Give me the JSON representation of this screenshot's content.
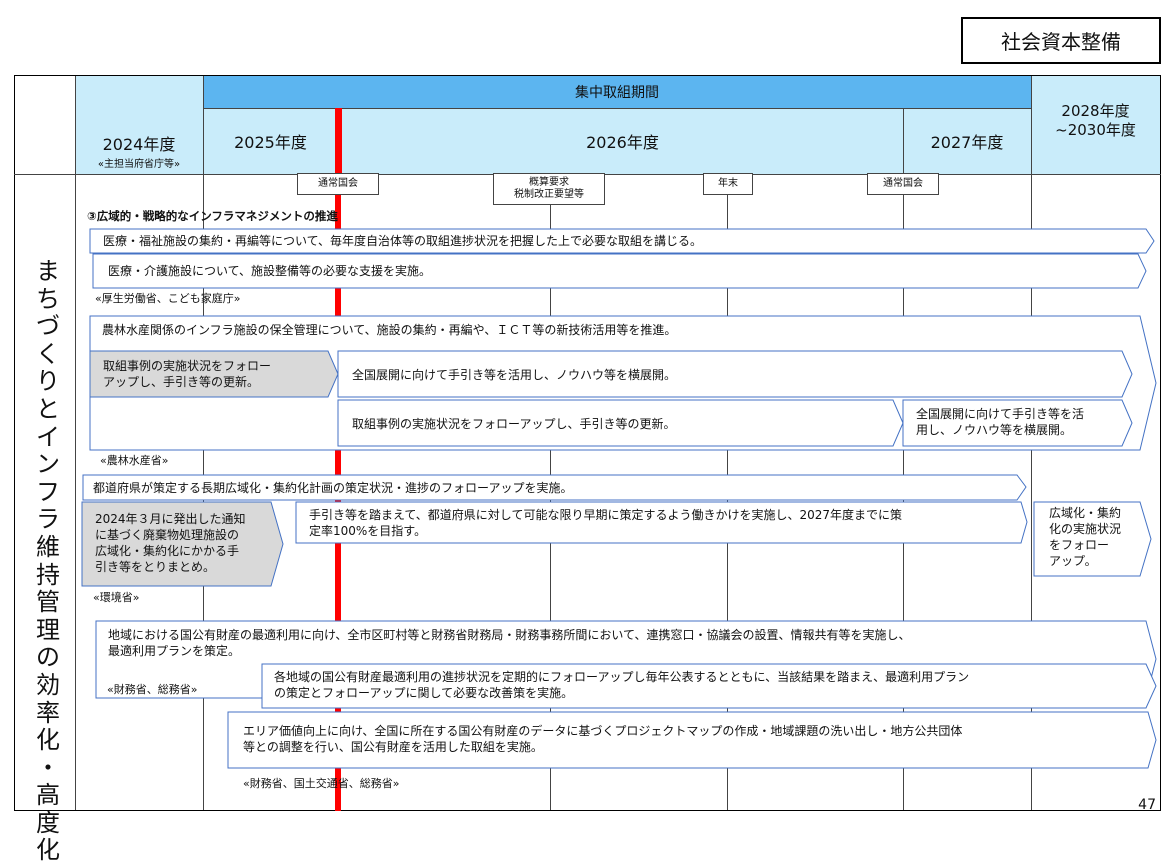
{
  "tag": "社会資本整備",
  "header": {
    "period_label": "集中取組期間",
    "fy2024": "2024年度",
    "fy2024_sub": "«主担当府省庁等»",
    "fy2025": "2025年度",
    "fy2026": "2026年度",
    "fy2027": "2027年度",
    "fy2028_line1": "2028年度",
    "fy2028_line2": "~2030年度"
  },
  "milestones": {
    "diet1": "通常国会",
    "budget_line1": "概算要求",
    "budget_line2": "税制改正要望等",
    "year_end": "年末",
    "diet2": "通常国会"
  },
  "side_label": [
    "ま",
    "ち",
    "づ",
    "く",
    "り",
    "と",
    "イ",
    "ン",
    "フ",
    "ラ",
    "維",
    "持",
    "管",
    "理",
    "の",
    "効",
    "率",
    "化",
    "・",
    "高",
    "度",
    "化"
  ],
  "section_title": "③広域的・戦略的なインフラマネジメントの推進",
  "items": {
    "mhlw1": "医療・福祉施設の集約・再編等について、毎年度自治体等の取組進捗状況を把握した上で必要な取組を講じる。",
    "mhlw2": "医療・介護施設について、施設整備等の必要な支援を実施。",
    "mhlw_agency": "«厚生労働省、こども家庭庁»",
    "maff1": "農林水産関係のインフラ施設の保全管理について、施設の集約・再編や、ＩＣＴ等の新技術活用等を推進。",
    "maff_follow_line1": "取組事例の実施状況をフォロー",
    "maff_follow_line2": "アップし、手引き等の更新。",
    "maff_deploy": "全国展開に向けて手引き等を活用し、ノウハウ等を横展開。",
    "maff_follow2": "取組事例の実施状況をフォローアップし、手引き等の更新。",
    "maff_deploy2_line1": "全国展開に向けて手引き等を活",
    "maff_deploy2_line2": "用し、ノウハウ等を横展開。",
    "maff_agency": "«農林水産省»",
    "env1": "都道府県が策定する長期広域化・集約化計画の策定状況・進捗のフォローアップを実施。",
    "env_gray_line1": "2024年３月に発出した通知",
    "env_gray_line2": "に基づく廃棄物処理施設の",
    "env_gray_line3": "広域化・集約化にかかる手",
    "env_gray_line4": "引き等をとりまとめ。",
    "env_main_line1": "手引き等を踏まえて、都道府県に対して可能な限り早期に策定するよう働きかけを実施し、2027年度までに策",
    "env_main_line2": "定率100%を目指す。",
    "env_future_line1": "広域化・集約",
    "env_future_line2": "化の実施状況",
    "env_future_line3": "をフォロー",
    "env_future_line4": "アップ。",
    "env_agency": "«環境省»",
    "mof1_line1": "地域における国公有財産の最適利用に向け、全市区町村等と財務省財務局・財務事務所間において、連携窓口・協議会の設置、情報共有等を実施し、",
    "mof1_line2": "最適利用プランを策定。",
    "mof_agency": "«財務省、総務省»",
    "mof2_line1": "各地域の国公有財産最適利用の進捗状況を定期的にフォローアップし毎年公表するとともに、当該結果を踏まえ、最適利用プラン",
    "mof2_line2": "の策定とフォローアップに関して必要な改善策を実施。",
    "mof3_line1": "エリア価値向上に向け、全国に所在する国公有財産のデータに基づくプロジェクトマップの作成・地域課題の洗い出し・地方公共団体",
    "mof3_line2": "等との調整を行い、国公有財産を活用した取組を実施。",
    "mof3_agency": "«財務省、国土交通省、総務省»"
  },
  "page_number": "47",
  "colors": {
    "header_light": "#c9ecfa",
    "header_period": "#5cb5f0",
    "arrow_border": "#4472c4",
    "gray_box": "#d9d9d9",
    "red_line": "#ff0000"
  }
}
